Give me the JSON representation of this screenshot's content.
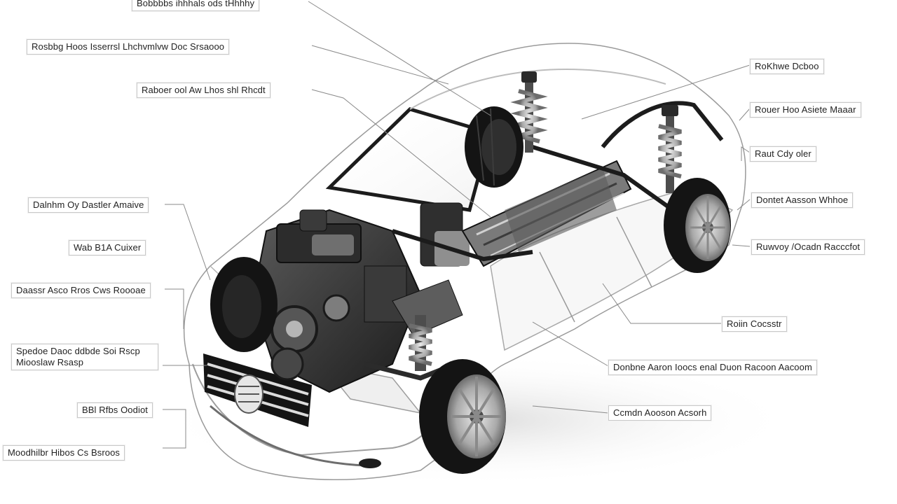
{
  "diagram": {
    "callouts_left": [
      {
        "id": "l0",
        "text": "Bobbbbs ihhhals ods tHhhhy"
      },
      {
        "id": "l1",
        "text": "Rosbbg Hoos Isserrsl Lhchvmlvw Doc Srsaooo"
      },
      {
        "id": "l2",
        "text": "Raboer ool Aw Lhos shl Rhcdt"
      },
      {
        "id": "l3",
        "text": "Dalnhm Oy Dastler Amaive"
      },
      {
        "id": "l4",
        "text": "Wab B1A Cuixer"
      },
      {
        "id": "l5",
        "text": "Daassr Asco Rros Cws Roooae"
      },
      {
        "id": "l6",
        "line1": "Spedoe Daoc ddbde Soi Rscp",
        "line2": "Miooslaw Rsasp"
      },
      {
        "id": "l7",
        "text": "BBl Rfbs Oodiot"
      },
      {
        "id": "l8",
        "text": "Moodhilbr Hibos Cs Bsroos"
      }
    ],
    "callouts_right": [
      {
        "id": "r0",
        "text": "RoKhwe Dcboo"
      },
      {
        "id": "r1",
        "text": "Rouer Hoo Asiete Maaar"
      },
      {
        "id": "r2",
        "text": "Raut Cdy oler"
      },
      {
        "id": "r3",
        "text": "Dontet Aasson Whhoe"
      },
      {
        "id": "r4",
        "text": "Ruwvoy /Ocadn Racccfot"
      },
      {
        "id": "r5",
        "text": "Roiin Cocsstr"
      },
      {
        "id": "r6",
        "text": "Donbne Aaron Ioocs enal Duon Racoon Aacoom"
      },
      {
        "id": "r7",
        "text": "Ccmdn Aooson Acsorh"
      }
    ],
    "colors": {
      "body_paint": "#ffffff",
      "body_outline": "#9a9a9a",
      "tire": "#141414",
      "rim": "#b8b8b8",
      "engine_dark": "#2a2a2a",
      "engine_mid": "#6e6e6e",
      "spring": "#9c9c9c"
    }
  }
}
